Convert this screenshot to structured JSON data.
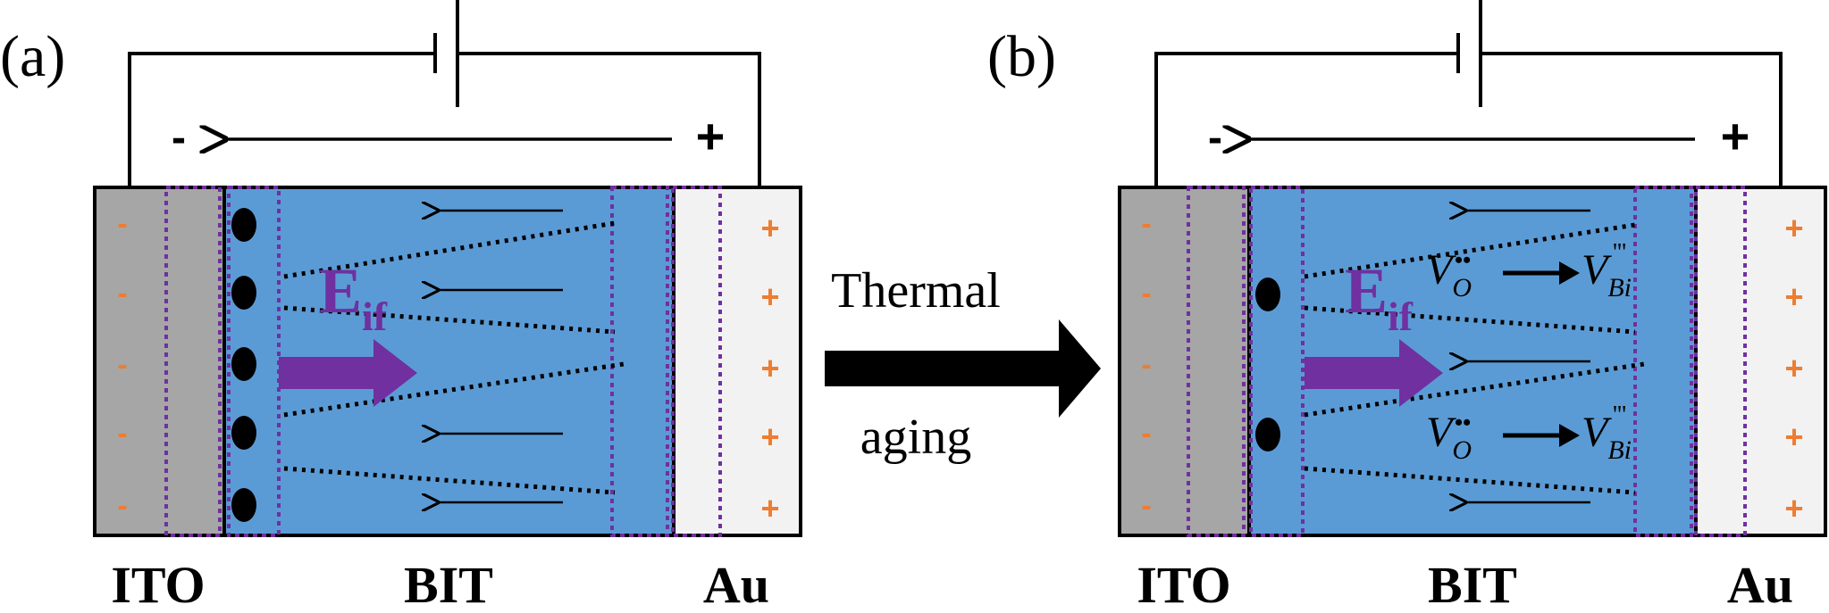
{
  "panel_a": {
    "label": "(a)",
    "negative_terminal": "-",
    "positive_terminal": "+",
    "left_charge": "-",
    "right_charge": "+",
    "field_label": "E",
    "field_subscript": "if",
    "layers": {
      "left": "ITO",
      "middle": "BIT",
      "right": "Au"
    }
  },
  "panel_b": {
    "label": "(b)",
    "negative_terminal": "-",
    "positive_terminal": "+",
    "left_charge": "-",
    "right_charge": "+",
    "field_label": "E",
    "field_subscript": "if",
    "defect_from": "V",
    "defect_from_sub": "O",
    "defect_from_sup": "••",
    "defect_to": "V",
    "defect_to_sub": "Bi",
    "defect_to_sup": "'''",
    "layers": {
      "left": "ITO",
      "middle": "BIT",
      "right": "Au"
    }
  },
  "process": {
    "line1": "Thermal",
    "line2": "aging"
  },
  "colors": {
    "ito": "#a6a6a6",
    "bit": "#5b9bd5",
    "au": "#f2f2f2",
    "field_arrow": "#7030a0",
    "charge": "#ed7d31",
    "dotted_box": "#7030a0"
  }
}
